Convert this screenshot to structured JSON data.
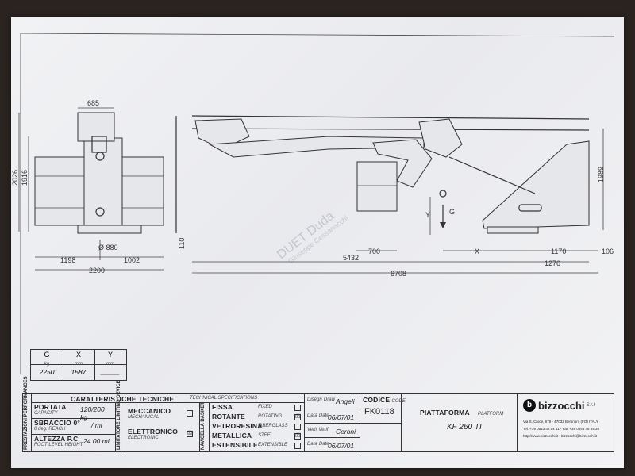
{
  "drawing": {
    "front_view": {
      "top_width": "685",
      "height_total": "2026",
      "height_upper": "1916",
      "base_left": "1198",
      "base_diameter": "Ø 880",
      "base_right": "1002",
      "overall_width": "2200",
      "bottom_offset": "110"
    },
    "side_view": {
      "basket_width": "700",
      "length_mid": "5432",
      "overall_length": "6708",
      "right_length": "1170",
      "right_total": "1276",
      "end_offset": "106",
      "height": "1989",
      "x_label": "X",
      "y_label": "Y",
      "g_label": "G"
    },
    "watermark": {
      "main": "DUET Duda",
      "sub": "Giuseppe Cessanacchi"
    }
  },
  "gxy_table": {
    "headers": [
      {
        "label": "G",
        "unit": "kg"
      },
      {
        "label": "X",
        "unit": "mm"
      },
      {
        "label": "Y",
        "unit": "mm"
      }
    ],
    "values": [
      "2250",
      "1587",
      "_____"
    ]
  },
  "title_block": {
    "side_label": "PRESTAZIONI",
    "side_label_sub": "PERFORMANCES",
    "header": "CARATTERISTICHE TECNICHE",
    "header_en": "TECHNICAL SPECIFICATIONS",
    "performance": [
      {
        "label": "PORTATA",
        "sub": "CAPACITY",
        "value": "120/200 kg"
      },
      {
        "label": "SBRACCIO 0°",
        "sub": "0 deg. REACH",
        "value": "/ ml"
      },
      {
        "label": "ALTEZZA P.C.",
        "sub": "FOOT LEVEL HEIGHT",
        "value": "24.00 ml"
      }
    ],
    "limiter_label": "LIMITATORE",
    "limiter_sub": "LIMITING DEVICE",
    "limiter": [
      {
        "label": "MECCANICO",
        "sub": "MECHANICAL",
        "checked": ""
      },
      {
        "label": "ELETTRONICO",
        "sub": "ELECTRONIC",
        "checked": "☒"
      }
    ],
    "basket_label": "NAVICELLA",
    "basket_sub": "BASKET",
    "basket": [
      {
        "label": "FISSA",
        "sub": "FIXED",
        "checked": ""
      },
      {
        "label": "ROTANTE",
        "sub": "ROTATING",
        "checked": "☒"
      },
      {
        "label": "VETRORESINA",
        "sub": "FIBERGLASS",
        "checked": ""
      },
      {
        "label": "METALLICA",
        "sub": "STEEL",
        "checked": "☒"
      },
      {
        "label": "ESTENSIBILE",
        "sub": "EXTENSIBLE",
        "checked": ""
      }
    ],
    "drawn": {
      "label": "Disegn",
      "sub": "Draw",
      "name": "Angeli"
    },
    "date1": {
      "label": "Data",
      "sub": "Date",
      "value": "06/07/01"
    },
    "verified": {
      "label": "Verif",
      "sub": "Verif",
      "name": "Ceroni"
    },
    "date2": {
      "label": "Data",
      "sub": "Date",
      "value": "06/07/01"
    },
    "code": {
      "label": "CODICE",
      "sub": "CODE",
      "value": "FK0118"
    },
    "platform": {
      "label": "PIATTAFORMA",
      "sub": "PLATFORM",
      "model": "KF 260 TI"
    },
    "company": {
      "logo_letters": "b",
      "name": "bizzocchi",
      "suffix": "S.r.l.",
      "address": "Via S. Croce, 678 - 47032 Bertinoro (FO) ITALY",
      "phone": "Tel. +39 0543 46 54 11 - Fax +39 0543 46 54 39",
      "web": "http://www.bizzocchi.it - bizzocchi@bizzocchi.it"
    }
  }
}
